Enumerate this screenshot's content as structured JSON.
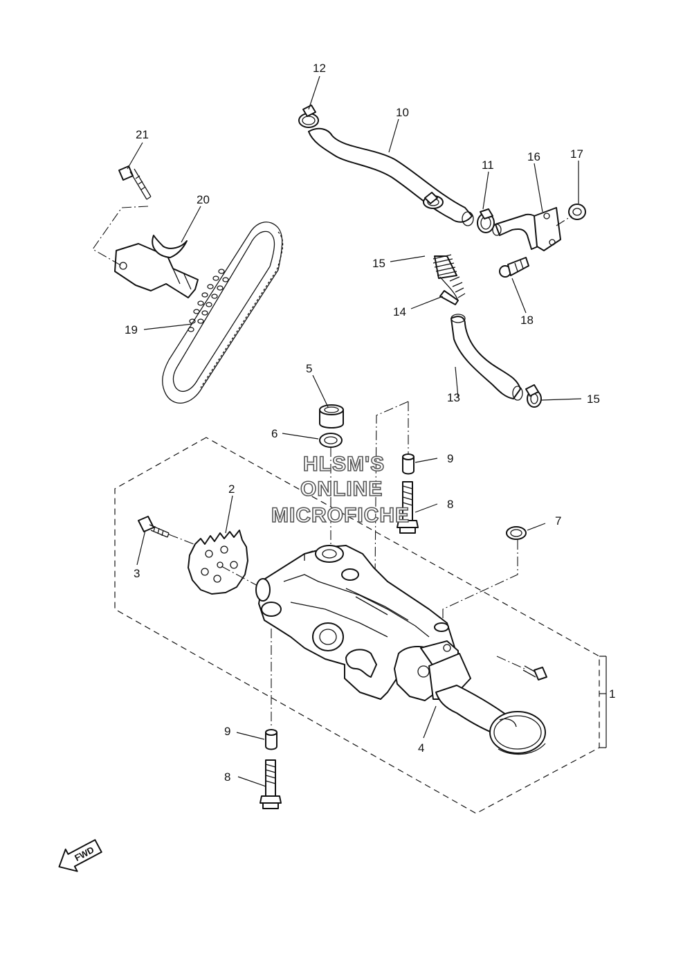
{
  "watermark": {
    "line1": "HLSM'S",
    "line2": "ONLINE",
    "line3": "MICROFICHE"
  },
  "direction_label": "FWD",
  "callouts": {
    "c1": "1",
    "c2": "2",
    "c3": "3",
    "c4": "4",
    "c5": "5",
    "c6": "6",
    "c7": "7",
    "c8a": "8",
    "c8b": "8",
    "c9a": "9",
    "c9b": "9",
    "c10": "10",
    "c11": "11",
    "c12": "12",
    "c13": "13",
    "c14": "14",
    "c15a": "15",
    "c15b": "15",
    "c16": "16",
    "c17": "17",
    "c18": "18",
    "c19": "19",
    "c20": "20",
    "c21": "21"
  }
}
